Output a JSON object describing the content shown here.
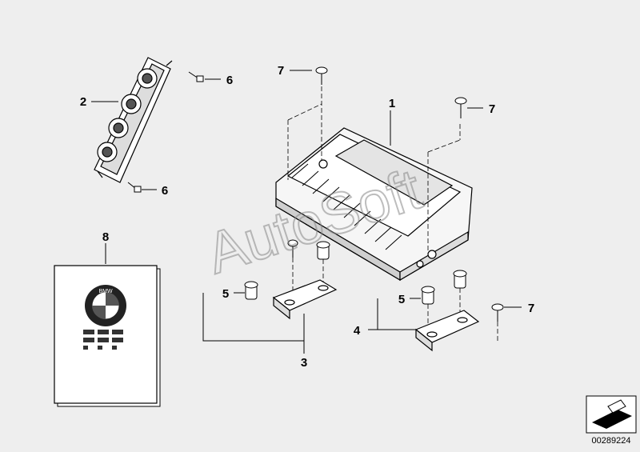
{
  "diagram": {
    "callouts": {
      "c1": "1",
      "c2": "2",
      "c3": "3",
      "c4": "4",
      "c5a": "5",
      "c5b": "5",
      "c6a": "6",
      "c6b": "6",
      "c7a": "7",
      "c7b": "7",
      "c7c": "7",
      "c8": "8"
    },
    "reference_number": "00289224",
    "watermark": "AutoSoft",
    "logo_text": "BMW"
  }
}
